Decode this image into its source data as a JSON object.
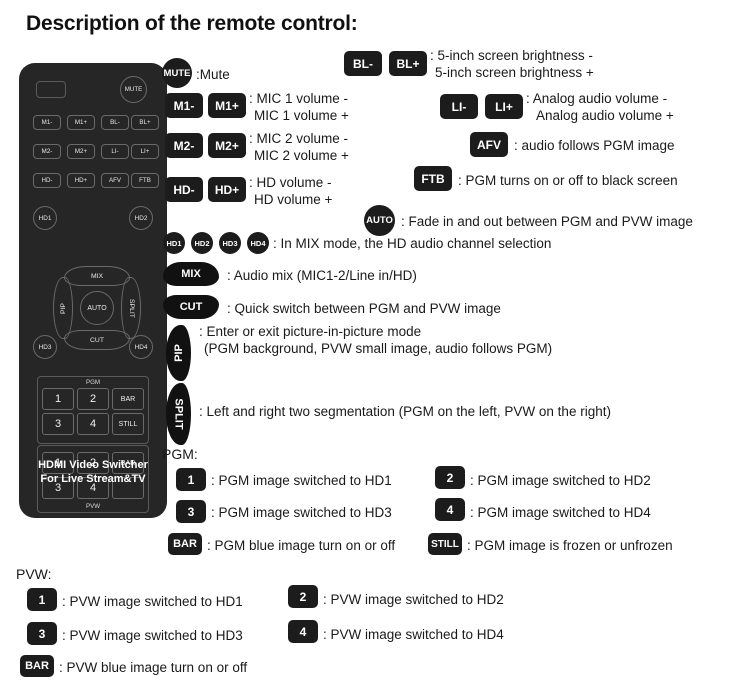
{
  "page": {
    "title": "Description of the remote control:"
  },
  "remote": {
    "keys_grid": [
      {
        "label": "M1-"
      },
      {
        "label": "M1+"
      },
      {
        "label": "BL-"
      },
      {
        "label": "BL+"
      },
      {
        "label": "M2-"
      },
      {
        "label": "M2+"
      },
      {
        "label": "LI-"
      },
      {
        "label": "LI+"
      },
      {
        "label": "HD-"
      },
      {
        "label": "HD+"
      },
      {
        "label": "AFV"
      },
      {
        "label": "FTB"
      }
    ],
    "mute": "MUTE",
    "nav": {
      "center": "AUTO",
      "top": "MIX",
      "bottom": "CUT",
      "left": "PIP",
      "right": "SPLIT"
    },
    "hd_corners": [
      "HD1",
      "HD2",
      "HD3",
      "HD4"
    ],
    "pgm": {
      "title": "PGM",
      "keys": [
        "1",
        "2",
        "BAR",
        "3",
        "4",
        "STILL"
      ]
    },
    "pvw": {
      "title": "PVW",
      "keys": [
        "1",
        "2",
        "BAR",
        "3",
        "4",
        ""
      ]
    },
    "brand_line1": "HDMI Video Switcher",
    "brand_line2": "For Live Stream&TV"
  },
  "legend": {
    "mute": {
      "key": "MUTE",
      "desc": ":Mute"
    },
    "m1": {
      "key_minus": "M1-",
      "key_plus": "M1+",
      "desc1": ": MIC 1 volume -",
      "desc2": "MIC 1 volume +"
    },
    "m2": {
      "key_minus": "M2-",
      "key_plus": "M2+",
      "desc1": ": MIC 2 volume -",
      "desc2": "MIC 2 volume +"
    },
    "hd": {
      "key_minus": "HD-",
      "key_plus": "HD+",
      "desc1": ": HD volume -",
      "desc2": "HD volume +"
    },
    "bl": {
      "key_minus": "BL-",
      "key_plus": "BL+",
      "desc1": ": 5-inch screen brightness -",
      "desc2": "5-inch screen brightness +"
    },
    "li": {
      "key_minus": "LI-",
      "key_plus": "LI+",
      "desc1": ": Analog audio volume -",
      "desc2": "Analog audio volume +"
    },
    "afv": {
      "key": "AFV",
      "desc": ": audio follows PGM image"
    },
    "ftb": {
      "key": "FTB",
      "desc": ": PGM turns on or off to black screen"
    },
    "auto": {
      "key": "AUTO",
      "desc": ": Fade in and out between PGM and PVW image"
    },
    "hd_channels": {
      "keys": [
        "HD1",
        "HD2",
        "HD3",
        "HD4"
      ],
      "desc": ": In MIX mode, the HD audio channel selection"
    },
    "mix": {
      "key": "MIX",
      "desc": ": Audio mix (MIC1-2/Line in/HD)"
    },
    "cut": {
      "key": "CUT",
      "desc": ": Quick switch between PGM and PVW image"
    },
    "pip": {
      "key": "PIP",
      "desc1": ": Enter or exit picture-in-picture mode",
      "desc2": "(PGM background, PVW small image, audio follows PGM)"
    },
    "split": {
      "key": "SPLIT",
      "desc": ": Left and right two segmentation (PGM on the left, PVW on the right)"
    }
  },
  "pgm_section": {
    "heading": "PGM:",
    "rows": [
      {
        "key": "1",
        "desc": ": PGM image switched to HD1"
      },
      {
        "key": "2",
        "desc": ": PGM image switched to HD2"
      },
      {
        "key": "3",
        "desc": ": PGM image switched to HD3"
      },
      {
        "key": "4",
        "desc": ": PGM image switched to HD4"
      },
      {
        "key": "BAR",
        "desc": ": PGM blue image turn on or off"
      },
      {
        "key": "STILL",
        "desc": ": PGM image is frozen or unfrozen"
      }
    ]
  },
  "pvw_section": {
    "heading": "PVW:",
    "rows": [
      {
        "key": "1",
        "desc": ": PVW image switched to HD1"
      },
      {
        "key": "2",
        "desc": ": PVW image switched to HD2"
      },
      {
        "key": "3",
        "desc": ": PVW image switched to HD3"
      },
      {
        "key": "4",
        "desc": ": PVW image switched to HD4"
      },
      {
        "key": "BAR",
        "desc": ": PVW blue image turn on or off"
      }
    ]
  },
  "colors": {
    "key_black": "#1c1c1c",
    "remote_body": "#262626",
    "text": "#1a1a1a",
    "page_bg": "#ffffff"
  }
}
